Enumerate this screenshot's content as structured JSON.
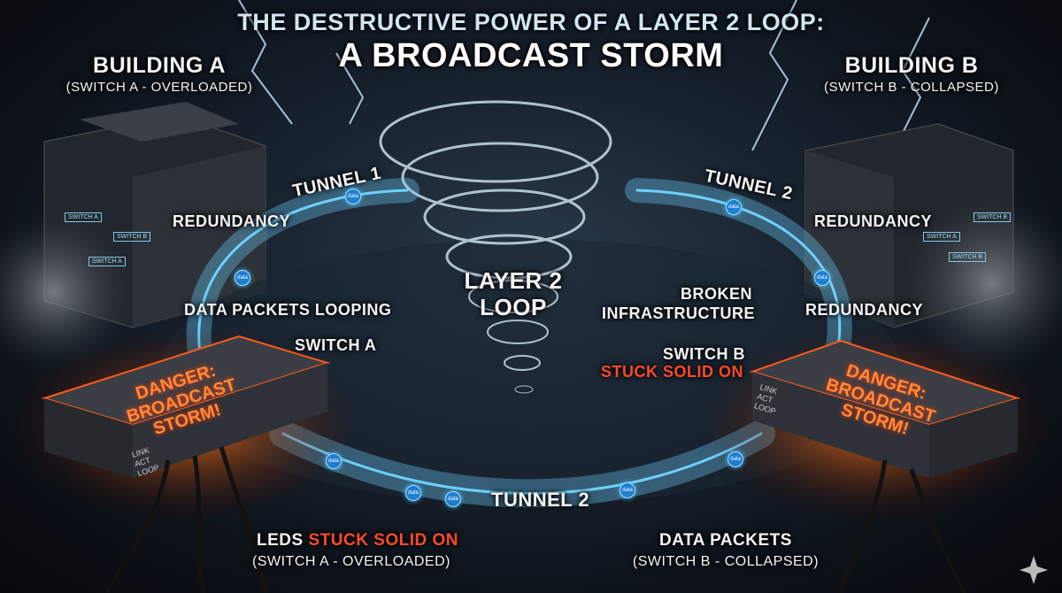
{
  "title": {
    "line1": "THE DESTRUCTIVE POWER OF A LAYER 2 LOOP:",
    "line2": "A BROADCAST STORM"
  },
  "building_a": {
    "name": "BUILDING A",
    "subtitle": "(SWITCH A - OVERLOADED)",
    "diagram": [
      "SWITCH A",
      "SWITCH B",
      "SWITCH A"
    ]
  },
  "building_b": {
    "name": "BUILDING B",
    "subtitle": "(SWITCH B - COLLAPSED)",
    "diagram": [
      "SWITCH A",
      "SWITCH B",
      "SWITCH B"
    ]
  },
  "labels": {
    "tunnel1": "TUNNEL 1",
    "tunnel2_top": "TUNNEL 2",
    "tunnel2_bottom": "TUNNEL 2",
    "redundancy_left": "REDUNDANCY",
    "redundancy_right_top": "REDUNDANCY",
    "redundancy_right_bottom": "REDUNDANCY",
    "data_packets_looping": "DATA PACKETS LOOPING",
    "switch_a": "SWITCH A",
    "switch_b": "SWITCH B",
    "stuck_solid_on": "STUCK SOLID ON",
    "layer2_loop_1": "LAYER 2",
    "layer2_loop_2": "LOOP",
    "broken_1": "BROKEN",
    "broken_2": "INFRASTRUCTURE",
    "leds_prefix": "LEDs",
    "leds_red": "STUCK SOLID ON",
    "leds_sub": "(SWITCH A - OVERLOADED)",
    "packets_title": "DATA PACKETS",
    "packets_sub": "(SWITCH B - COLLAPSED)"
  },
  "switch_a": {
    "danger_1": "DANGER:",
    "danger_2": "BROADCAST STORM!",
    "leds": [
      "LINK",
      "ACT",
      "LOOP"
    ]
  },
  "switch_b": {
    "danger_1": "DANGER:",
    "danger_2": "BROADCAST STORM!",
    "leds": [
      "LINK",
      "ACT",
      "LOOP"
    ]
  },
  "packet_label": "data",
  "colors": {
    "tunnel": "#6fd0ff",
    "fire": "#ff5a1a",
    "danger_text": "#ff8a3a",
    "background": "#0c1118"
  }
}
